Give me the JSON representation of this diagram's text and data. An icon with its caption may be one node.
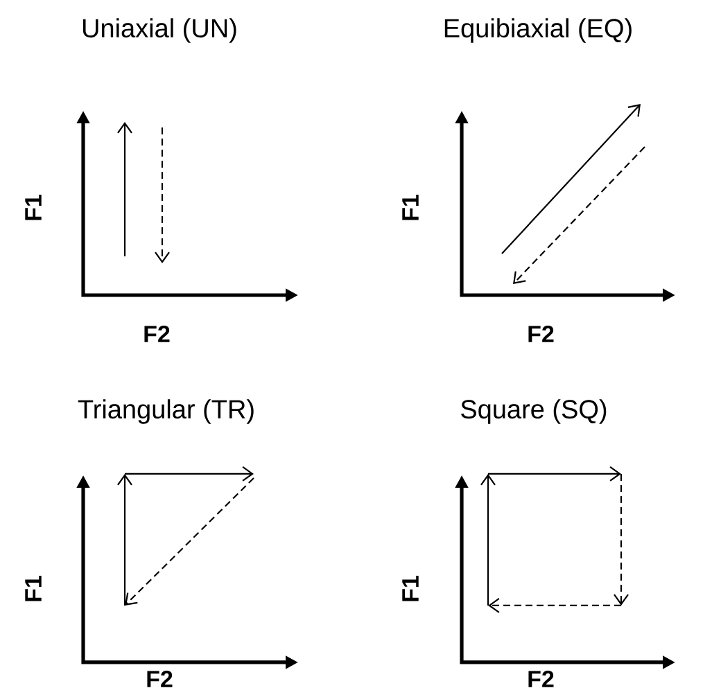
{
  "diagram": {
    "labels": [
      "Uniaxial (UN)",
      "F1",
      "F2",
      "Equibiaxial (EQ)",
      "F1",
      "F2",
      "Triangular (TR)",
      "F1",
      "F2",
      "Square (SQ)",
      "F1",
      "F2"
    ]
  }
}
